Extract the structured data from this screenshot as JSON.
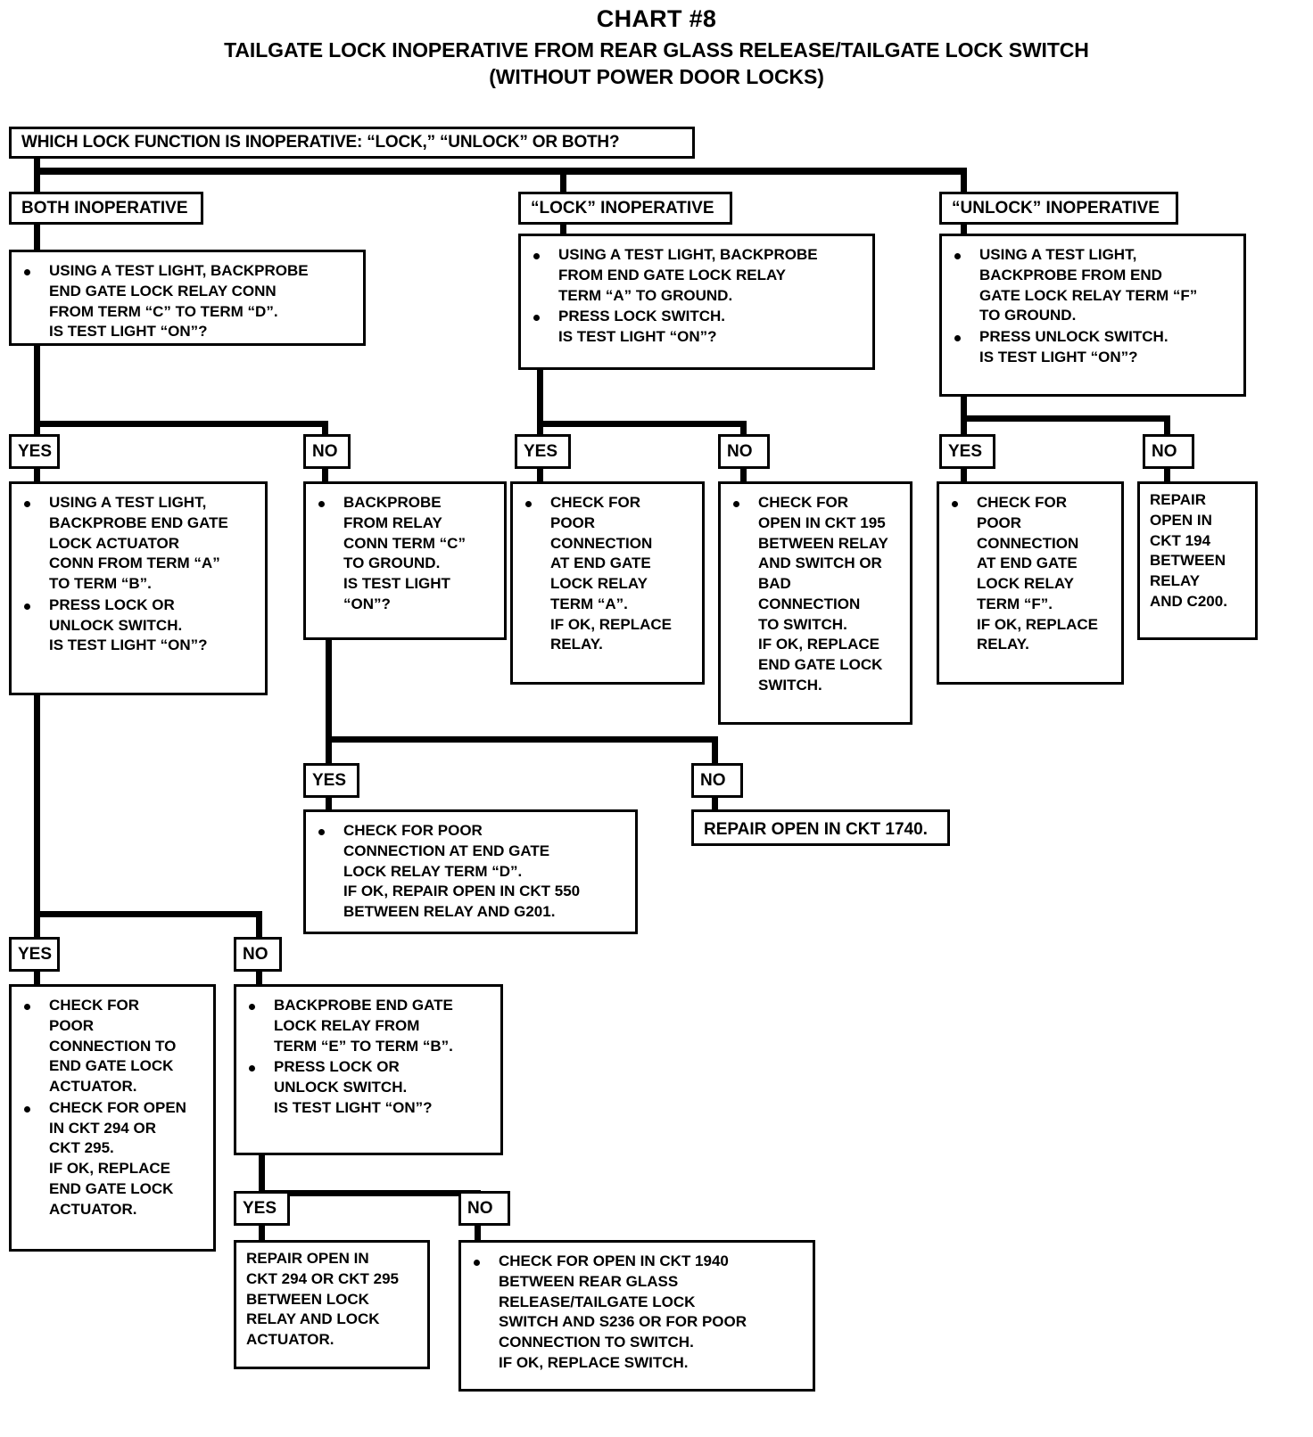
{
  "title": {
    "line1": "CHART #8",
    "line2": "TAILGATE LOCK INOPERATIVE FROM REAR GLASS RELEASE/TAILGATE LOCK SWITCH",
    "line3": "(WITHOUT POWER DOOR LOCKS)"
  },
  "labels": {
    "yes": "YES",
    "no": "NO"
  },
  "nodes": {
    "root_question": "WHICH LOCK FUNCTION IS INOPERATIVE:  “LOCK,” “UNLOCK” OR BOTH?",
    "branch_both": "BOTH INOPERATIVE",
    "branch_lock": "“LOCK” INOPERATIVE",
    "branch_unlock": "“UNLOCK” INOPERATIVE",
    "both_test": {
      "b1": "USING A TEST LIGHT, BACKPROBE\nEND GATE LOCK RELAY CONN\nFROM TERM “C” TO TERM “D”.\nIS TEST LIGHT “ON”?"
    },
    "lock_test": {
      "b1": "USING A TEST LIGHT, BACKPROBE\nFROM END GATE LOCK RELAY\nTERM “A” TO GROUND.",
      "b2": "PRESS LOCK SWITCH.\nIS TEST LIGHT “ON”?"
    },
    "unlock_test": {
      "b1": "USING A TEST LIGHT,\nBACKPROBE FROM END\nGATE LOCK RELAY TERM “F”\nTO GROUND.",
      "b2": "PRESS UNLOCK SWITCH.\nIS TEST LIGHT “ON”?"
    },
    "both_yes": {
      "b1": "USING A TEST LIGHT,\nBACKPROBE END GATE\nLOCK ACTUATOR\nCONN FROM TERM “A”\nTO TERM “B”.",
      "b2": "PRESS LOCK OR\nUNLOCK SWITCH.\nIS TEST LIGHT “ON”?"
    },
    "both_no": {
      "b1": "BACKPROBE\nFROM RELAY\nCONN TERM “C”\nTO GROUND.\nIS TEST LIGHT\n“ON”?"
    },
    "lock_yes": {
      "b1": "CHECK FOR\nPOOR\nCONNECTION\nAT END GATE\nLOCK RELAY\nTERM “A”.\nIF OK, REPLACE\nRELAY."
    },
    "lock_no": {
      "b1": "CHECK FOR\nOPEN IN CKT 195\nBETWEEN RELAY\nAND SWITCH OR\nBAD\nCONNECTION\nTO SWITCH.\nIF OK, REPLACE\nEND GATE LOCK\nSWITCH."
    },
    "unlock_yes": {
      "b1": "CHECK FOR\nPOOR\nCONNECTION\nAT END GATE\nLOCK RELAY\nTERM “F”.\nIF OK, REPLACE\nRELAY."
    },
    "unlock_no": {
      "t1": "REPAIR\nOPEN IN\nCKT 194\nBETWEEN\nRELAY\nAND C200."
    },
    "termC_yes": {
      "b1": "CHECK FOR POOR\nCONNECTION AT END GATE\nLOCK RELAY TERM “D”.\nIF OK, REPAIR OPEN IN CKT 550\nBETWEEN RELAY AND G201."
    },
    "termC_no": {
      "t1": "REPAIR OPEN IN CKT 1740."
    },
    "actuator_yes": {
      "b1": "CHECK FOR\nPOOR\nCONNECTION TO\nEND GATE LOCK\nACTUATOR.",
      "b2": "CHECK FOR OPEN\nIN CKT 294 OR\nCKT 295.\nIF OK, REPLACE\nEND GATE LOCK\nACTUATOR."
    },
    "actuator_no": {
      "b1": "BACKPROBE END GATE\nLOCK RELAY FROM\nTERM “E” TO TERM “B”.",
      "b2": "PRESS LOCK OR\nUNLOCK SWITCH.\nIS TEST LIGHT “ON”?"
    },
    "relayE_yes": {
      "t1": "REPAIR OPEN IN\nCKT 294 OR CKT 295\nBETWEEN LOCK\nRELAY AND LOCK\nACTUATOR."
    },
    "relayE_no": {
      "b1": "CHECK FOR OPEN IN CKT 1940\nBETWEEN REAR GLASS\nRELEASE/TAILGATE LOCK\nSWITCH AND S236 OR FOR POOR\nCONNECTION TO SWITCH.\nIF OK, REPLACE SWITCH."
    }
  }
}
